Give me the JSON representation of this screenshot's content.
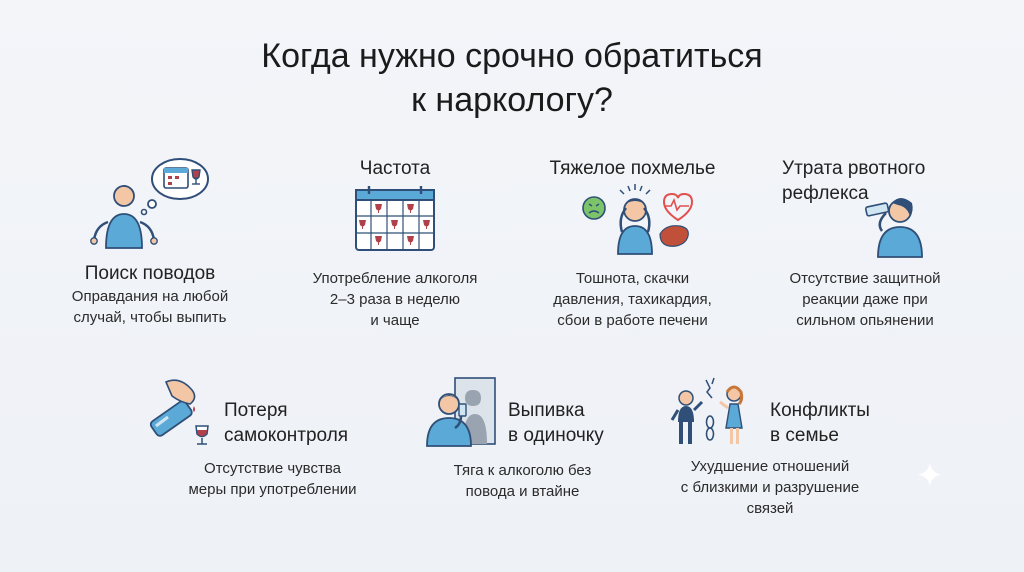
{
  "title": {
    "line1": "Когда нужно срочно обратиться",
    "line2": "к наркологу?"
  },
  "cards": [
    {
      "heading": "Поиск поводов",
      "desc": [
        "Оправдания на любой",
        "случай, чтобы выпить"
      ],
      "icon": "person-shrug-thought-bubble-calendar-icon"
    },
    {
      "heading": "Частота",
      "desc": [
        "Употребление алкоголя",
        "2–3 раза в неделю",
        "и чаще"
      ],
      "icon": "calendar-wine-glasses-icon"
    },
    {
      "heading": "Тяжелое похмелье",
      "desc": [
        "Тошнота, скачки",
        "давления, тахикардия,",
        "сбои в работе печени"
      ],
      "icon": "headache-nausea-heart-liver-icon"
    },
    {
      "heading": [
        "Утрата рвотного",
        "рефлекса"
      ],
      "desc": [
        "Отсутствие защитной",
        "реакции даже при",
        "сильном опьянении"
      ],
      "icon": "person-drinking-bottle-icon"
    },
    {
      "heading": [
        "Потеря",
        "самоконтроля"
      ],
      "desc": [
        "Отсутствие чувства",
        "меры при употреблении"
      ],
      "icon": "hand-pouring-bottle-icon"
    },
    {
      "heading": [
        "Выпивка",
        "в одиночку"
      ],
      "desc": [
        "Тяга к алкоголю без",
        "повода и втайне"
      ],
      "icon": "person-drinking-alone-icon"
    },
    {
      "heading": [
        "Конфликты",
        "в семье"
      ],
      "desc": [
        "Ухудшение отношений",
        "с близкими и разрушение",
        "связей"
      ],
      "icon": "couple-broken-chain-icon"
    }
  ],
  "colors": {
    "accent_blue": "#5aa9d6",
    "dark_blue": "#2f4f78",
    "wine": "#b0404a",
    "nausea_green": "#7cc46a",
    "heart_red": "#e2504e",
    "liver": "#c0503a"
  }
}
